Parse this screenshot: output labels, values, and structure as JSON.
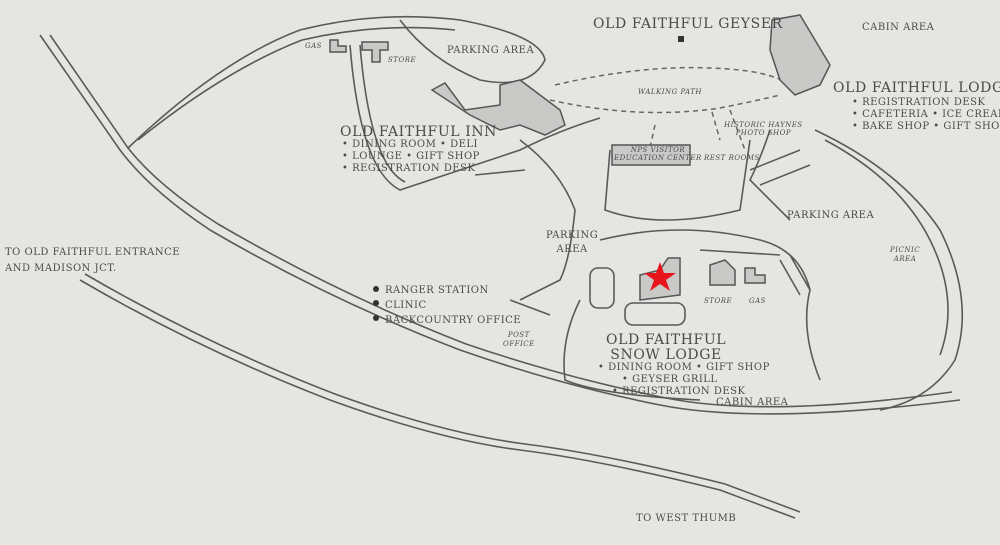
{
  "map": {
    "old_faithful_geyser": "OLD FAITHFUL GEYSER",
    "cabin_area_top": "CABIN AREA",
    "cabin_area_bottom": "CABIN AREA",
    "lodge": {
      "name": "OLD FAITHFUL LODGE",
      "amenities": [
        "REGISTRATION DESK",
        "CAFETERIA",
        "ICE CREAM SHOP",
        "BAKE SHOP",
        "GIFT SHOP"
      ]
    },
    "inn": {
      "name": "OLD FAITHFUL INN",
      "amenities": [
        "DINING ROOM",
        "DELI",
        "LOUNGE",
        "GIFT SHOP",
        "REGISTRATION DESK"
      ]
    },
    "snow_lodge": {
      "name_line1": "OLD FAITHFUL",
      "name_line2": "SNOW LODGE",
      "amenities": [
        "DINING ROOM",
        "GIFT SHOP",
        "GEYSER GRILL",
        "REGISTRATION DESK"
      ]
    },
    "gas_top": "GAS",
    "store_top": "STORE",
    "gas_mid": "GAS",
    "store_mid": "STORE",
    "parking_top": "PARKING AREA",
    "parking_center_line1": "PARKING",
    "parking_center_line2": "AREA",
    "parking_right": "PARKING AREA",
    "walking_path": "WALKING PATH",
    "visitor_center_line1": "NPS VISITOR",
    "visitor_center_line2": "EDUCATION CENTER",
    "historic_line1": "HISTORIC HAYNES",
    "historic_line2": "PHOTO SHOP",
    "rest_rooms": "REST ROOMS",
    "picnic_line1": "PICNIC",
    "picnic_line2": "AREA",
    "post_office_line1": "POST",
    "post_office_line2": "OFFICE",
    "services": [
      "RANGER STATION",
      "CLINIC",
      "BACKCOUNTRY OFFICE"
    ],
    "to_entrance_line1": "TO OLD FAITHFUL ENTRANCE",
    "to_entrance_line2": "AND MADISON JCT.",
    "to_west_thumb": "TO WEST THUMB",
    "marker_color": "#e8141c"
  }
}
